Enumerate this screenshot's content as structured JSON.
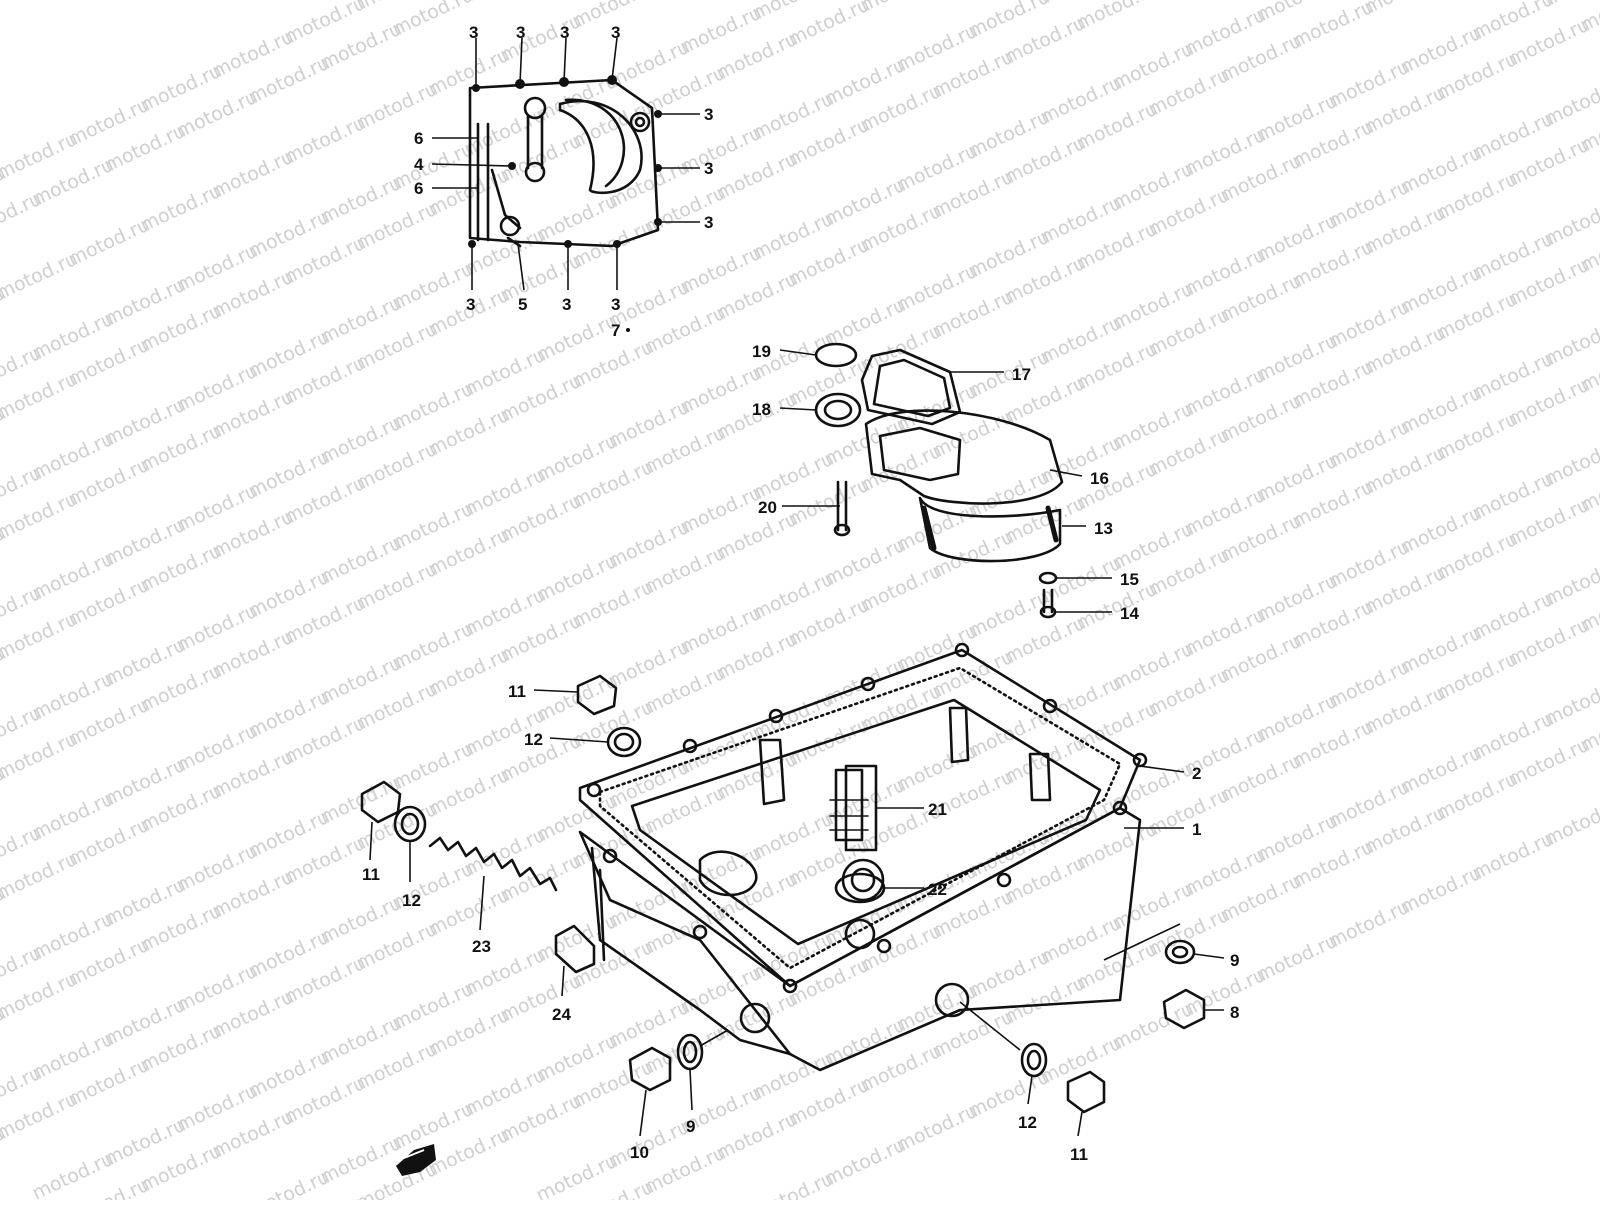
{
  "watermark": "motod.ru",
  "colors": {
    "ink": "#111111",
    "watermark": "#cfcfcf",
    "background": "#ffffff"
  },
  "icons": {
    "front_arrow": "front-direction-arrow-icon"
  },
  "callouts": {
    "cover_top": [
      "3",
      "3",
      "3",
      "3"
    ],
    "cover_right": [
      "3",
      "3",
      "3"
    ],
    "cover_left": [
      "6",
      "4",
      "6"
    ],
    "cover_bottom": [
      "3",
      "5",
      "3",
      "3"
    ],
    "cover_assembly": "7",
    "filter": [
      "19",
      "18",
      "17",
      "16",
      "20",
      "13",
      "15",
      "14"
    ],
    "pan_top": [
      "11",
      "12",
      "2",
      "21",
      "1",
      "22"
    ],
    "pan_left": [
      "11",
      "12",
      "23",
      "24"
    ],
    "pan_right": [
      "9",
      "8"
    ],
    "pan_bottom": [
      "10",
      "9",
      "12",
      "11"
    ]
  }
}
